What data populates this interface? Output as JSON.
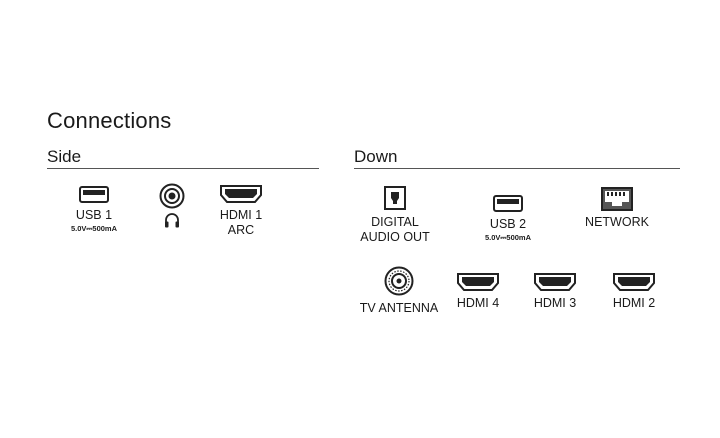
{
  "page": {
    "title": "Connections"
  },
  "side": {
    "label": "Side",
    "ports": {
      "usb1": {
        "label": "USB 1",
        "spec": "5.0V⎓500mA",
        "icon": "usb-port-icon"
      },
      "headphone": {
        "icon": "headphone-jack-icon",
        "symbol": "headphones-icon"
      },
      "hdmi1": {
        "label_line1": "HDMI 1",
        "label_line2": "ARC",
        "icon": "hdmi-port-icon"
      }
    }
  },
  "down": {
    "label": "Down",
    "ports": {
      "digital_audio": {
        "label_line1": "DIGITAL",
        "label_line2": "AUDIO OUT",
        "icon": "optical-port-icon"
      },
      "usb2": {
        "label": "USB 2",
        "spec": "5.0V⎓500mA",
        "icon": "usb-port-icon"
      },
      "network": {
        "label": "NETWORK",
        "icon": "ethernet-port-icon"
      },
      "antenna": {
        "label": "TV ANTENNA",
        "icon": "coax-port-icon"
      },
      "hdmi4": {
        "label": "HDMI 4",
        "icon": "hdmi-port-icon"
      },
      "hdmi3": {
        "label": "HDMI 3",
        "icon": "hdmi-port-icon"
      },
      "hdmi2": {
        "label": "HDMI 2",
        "icon": "hdmi-port-icon"
      }
    }
  }
}
